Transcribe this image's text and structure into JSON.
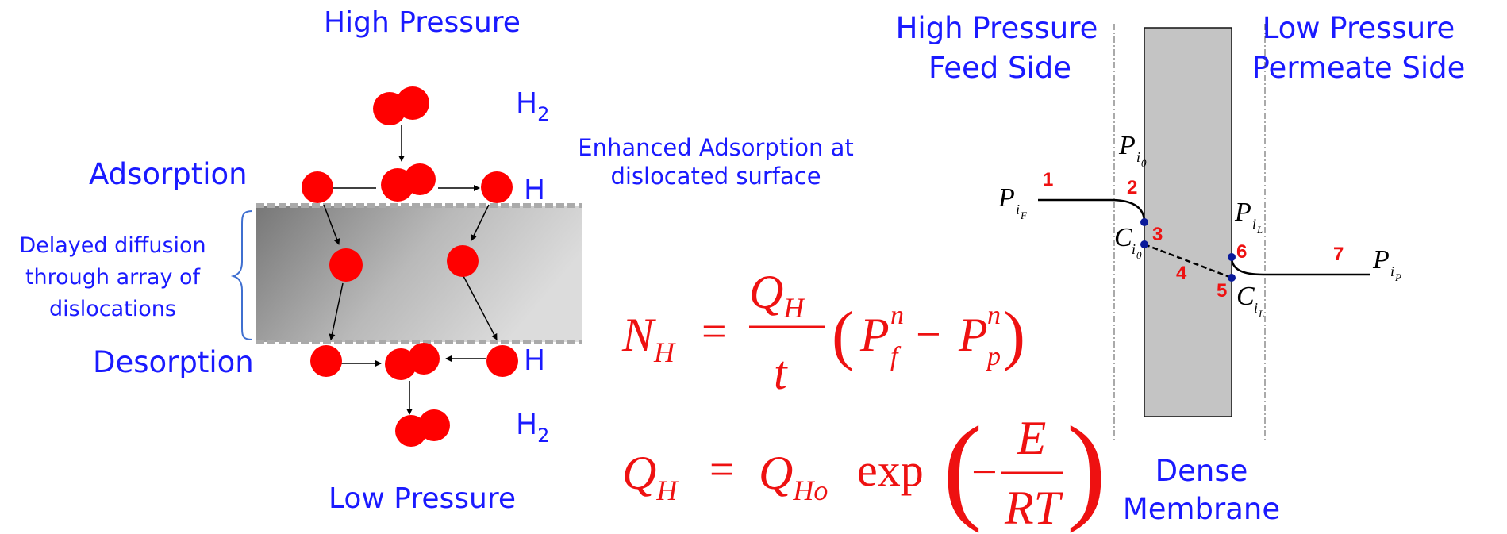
{
  "left": {
    "top_label": "High Pressure",
    "bottom_label": "Low Pressure",
    "adsorption": "Adsorption",
    "desorption": "Desorption",
    "h2_top": "H",
    "h2_top_sub": "2",
    "h2_bottom": "H",
    "h2_bottom_sub": "2",
    "h_row1": "H",
    "h_row2": "H",
    "h_row3": "H",
    "enhanced_line1": "Enhanced Adsorption at",
    "enhanced_line2": "dislocated surface",
    "delayed_line1": "Delayed diffusion",
    "delayed_line2": "through array of",
    "delayed_line3": "dislocations"
  },
  "equations": {
    "eq1": {
      "lhs": "N",
      "lhs_sub": "H",
      "num": "Q",
      "num_sub": "H",
      "den": "t",
      "p1": "P",
      "p1_sub": "f",
      "p1_sup": "n",
      "minus": "−",
      "p2": "P",
      "p2_sub": "p",
      "p2_sup": "n"
    },
    "eq2": {
      "lhs": "Q",
      "lhs_sub": "H",
      "rhs": "Q",
      "rhs_sub": "Ho",
      "exp": "exp",
      "num": "E",
      "den": "RT",
      "minus": "−"
    }
  },
  "right": {
    "feed_line1": "High Pressure",
    "feed_line2": "Feed Side",
    "permeate_line1": "Low Pressure",
    "permeate_line2": "Permeate Side",
    "membrane_line1": "Dense",
    "membrane_line2": "Membrane",
    "labels": {
      "p_if": "P",
      "p_if_sub": "i",
      "p_if_subsub": "F",
      "p_i0": "P",
      "p_i0_sub": "i",
      "p_i0_subsub": "0",
      "c_i0": "C",
      "c_i0_sub": "i",
      "c_i0_subsub": "0",
      "p_il": "P",
      "p_il_sub": "i",
      "p_il_subsub": "L",
      "c_il": "C",
      "c_il_sub": "i",
      "c_il_subsub": "L",
      "p_ip": "P",
      "p_ip_sub": "i",
      "p_ip_subsub": "P"
    },
    "steps": [
      "1",
      "2",
      "3",
      "4",
      "5",
      "6",
      "7"
    ]
  },
  "colors": {
    "label_blue": "#1a1aff",
    "equation_red": "#ee1111",
    "atom_red": "#ff0000",
    "membrane_gray": "#c4c4c4",
    "point_blue": "#0a1a9a"
  }
}
